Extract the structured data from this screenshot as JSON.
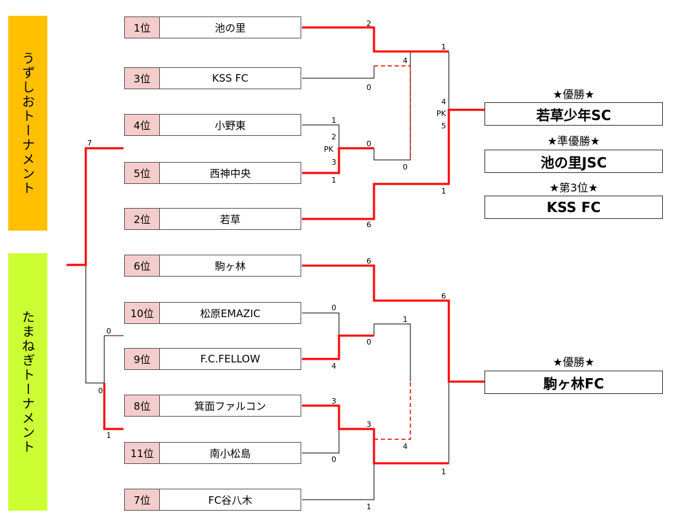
{
  "banners": {
    "top": "うずしおトーナメント",
    "bottom": "たまねぎトーナメント"
  },
  "teams": [
    {
      "rank": "1位",
      "name": "池の里"
    },
    {
      "rank": "3位",
      "name": "KSS FC"
    },
    {
      "rank": "4位",
      "name": "小野東"
    },
    {
      "rank": "5位",
      "name": "西神中央"
    },
    {
      "rank": "2位",
      "name": "若草"
    },
    {
      "rank": "6位",
      "name": "駒ヶ林"
    },
    {
      "rank": "10位",
      "name": "松原EMAZIC"
    },
    {
      "rank": "9位",
      "name": "F.C.FELLOW"
    },
    {
      "rank": "8位",
      "name": "箕面ファルコン"
    },
    {
      "rank": "11位",
      "name": "南小松島"
    },
    {
      "rank": "7位",
      "name": "FC谷八木"
    }
  ],
  "results": {
    "top_champion_label": "★優勝★",
    "top_champion": "若草少年SC",
    "top_runnerup_label": "★準優勝★",
    "top_runnerup": "池の里JSC",
    "top_third_label": "★第3位★",
    "top_third": "KSS FC",
    "bottom_champion_label": "★優勝★",
    "bottom_champion": "駒ヶ林FC"
  },
  "scores": {
    "s1": "2",
    "s2": "0",
    "s3": "4",
    "s4": "1",
    "s5": "4",
    "s6": "PK",
    "s7": "5",
    "s8": "1",
    "s9": "2",
    "s10": "PK",
    "s11": "3",
    "s12": "1",
    "s13": "0",
    "s14": "0",
    "s15": "6",
    "s16": "7",
    "s17": "0",
    "s18": "0",
    "s19": "1",
    "s20": "6",
    "s21": "6",
    "s22": "0",
    "s23": "4",
    "s24": "0",
    "s25": "1",
    "s26": "3",
    "s27": "0",
    "s28": "3",
    "s29": "4",
    "s30": "1",
    "s31": "1"
  },
  "colors": {
    "winner_line": "#ff0000",
    "line": "#000000",
    "rank_bg": "#f4cccc",
    "top_banner": "#ffc000",
    "bottom_banner": "#ccff33"
  }
}
